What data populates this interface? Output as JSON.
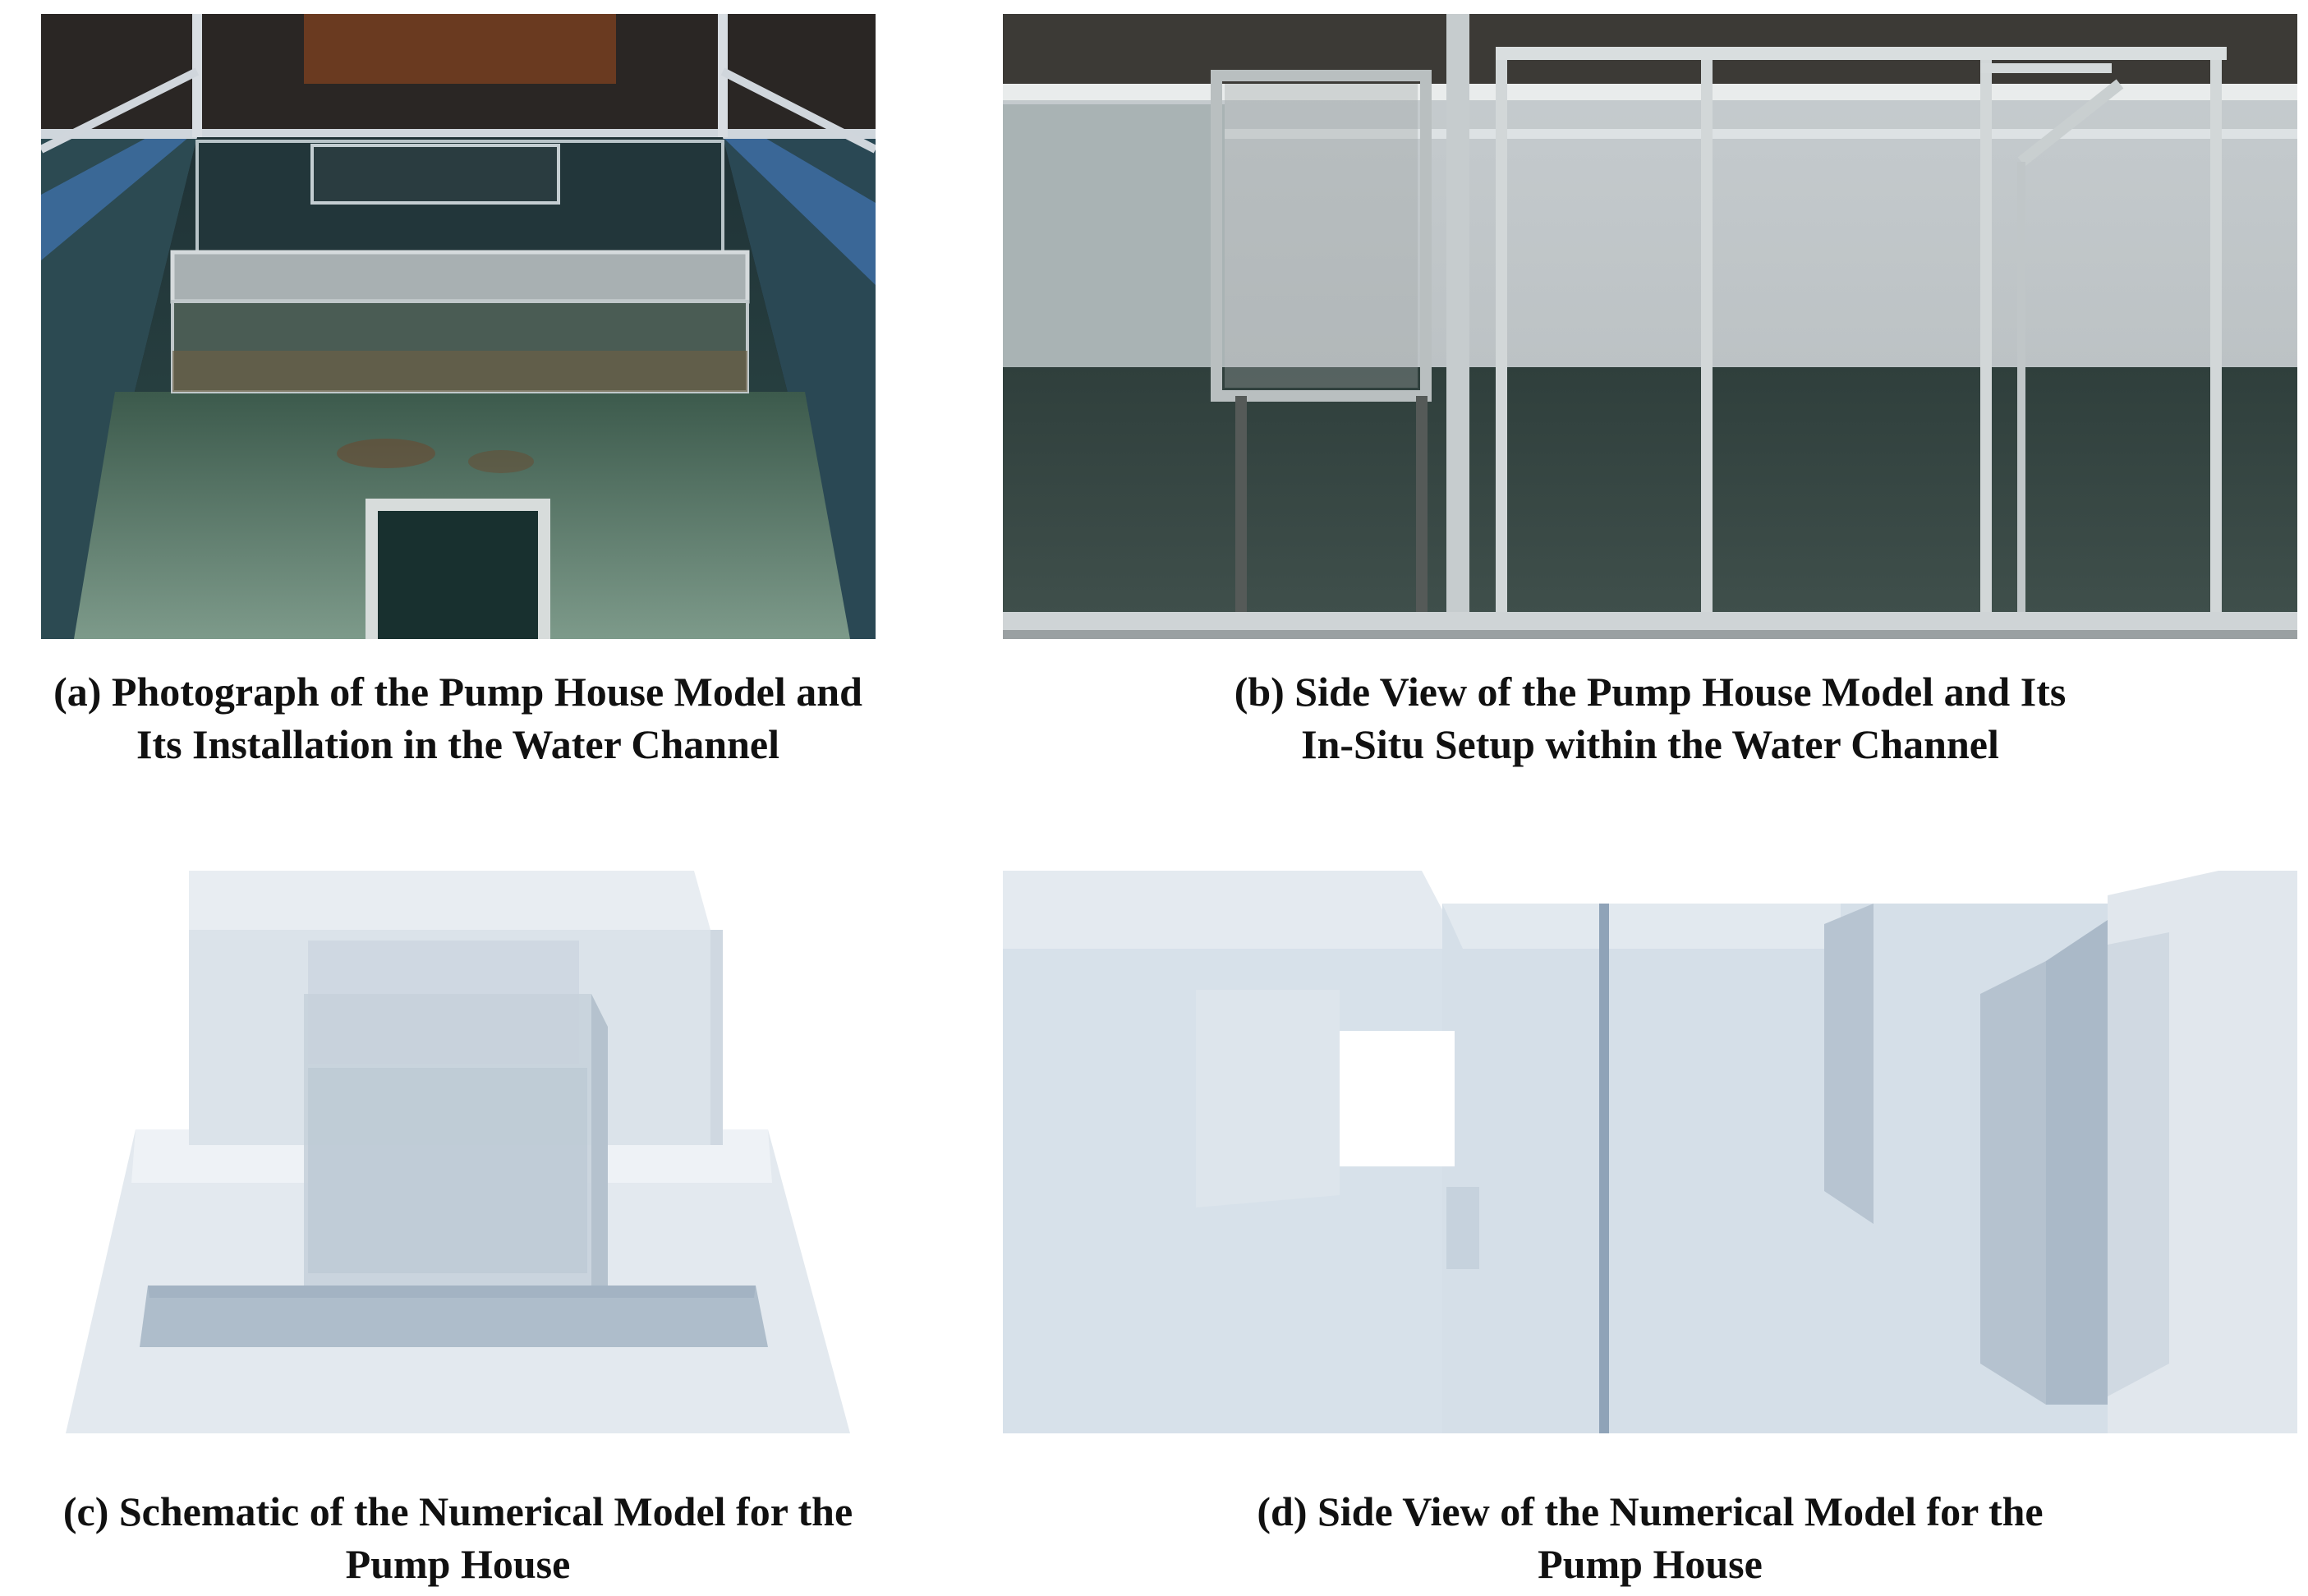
{
  "figure": {
    "panels": [
      {
        "id": "a",
        "kind": "photograph",
        "caption_line1": "(a) Photograph of the Pump House Model and",
        "caption_line2": "Its Installation in the Water Channel"
      },
      {
        "id": "b",
        "kind": "photograph",
        "caption_line1": "(b) Side View of the Pump House Model and Its",
        "caption_line2": "In-Situ Setup within the Water Channel"
      },
      {
        "id": "c",
        "kind": "numerical-model-render",
        "caption_line1": "(c) Schematic of the Numerical Model for the",
        "caption_line2": "Pump House"
      },
      {
        "id": "d",
        "kind": "numerical-model-render",
        "caption_line1": "(d) Side View of the Numerical Model for the",
        "caption_line2": "Pump House"
      }
    ]
  }
}
